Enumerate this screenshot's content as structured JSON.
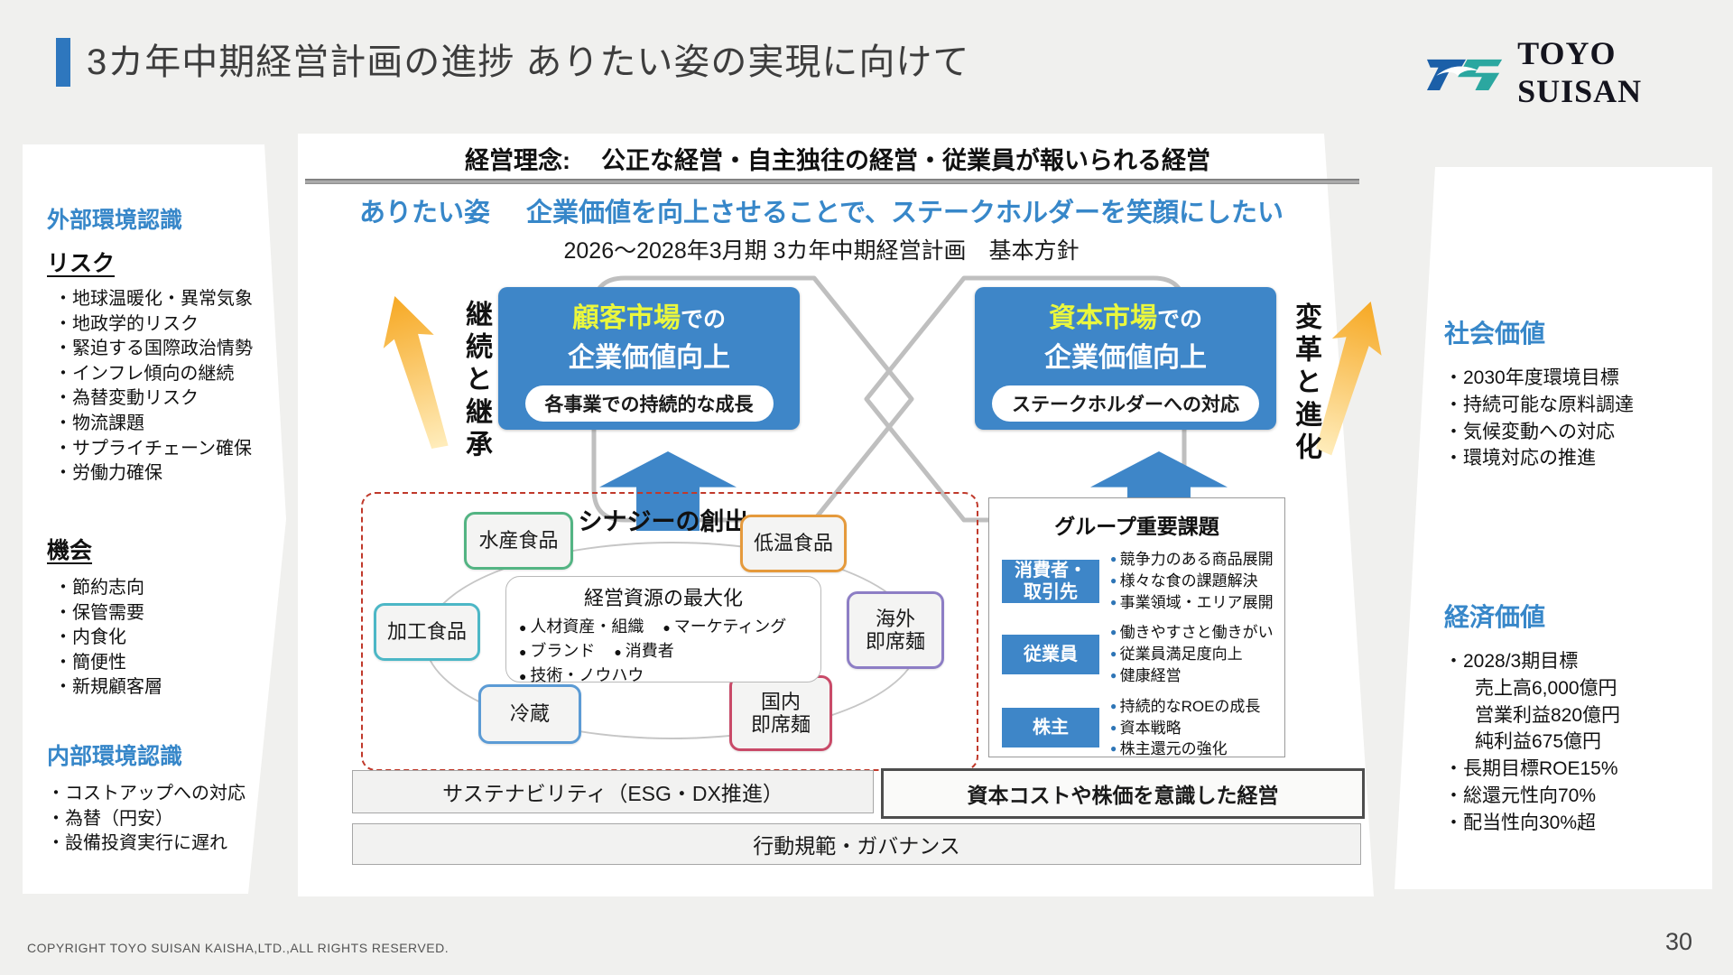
{
  "slide": {
    "title": "3カ年中期経営計画の進捗 ありたい姿の実現に向けて",
    "page_number": "30",
    "footer": "COPYRIGHT TOYO SUISAN KAISHA,LTD.,ALL RIGHTS RESERVED.",
    "logo_text": "TOYO SUISAN"
  },
  "philosophy": {
    "label": "経営理念:",
    "text": "公正な経営・自主独往の経営・従業員が報いられる経営"
  },
  "vision": {
    "label": "ありたい姿",
    "text": "企業価値を向上させることで、ステークホルダーを笑顔にしたい"
  },
  "plan_subtitle": "2026～2028年3月期 3カ年中期経営計画　基本方針",
  "left_panel": {
    "heading_external": "外部環境認識",
    "risk": {
      "heading": "リスク",
      "items": [
        "・地球温暖化・異常気象",
        "・地政学的リスク",
        "・緊迫する国際政治情勢",
        "・インフレ傾向の継続",
        "・為替変動リスク",
        "・物流課題",
        "・サプライチェーン確保",
        "・労働力確保"
      ]
    },
    "opportunity": {
      "heading": "機会",
      "items": [
        "・節約志向",
        "・保管需要",
        "・内食化",
        "・簡便性",
        "・新規顧客層"
      ]
    },
    "heading_internal": "内部環境認識",
    "internal_items": [
      "・コストアップへの対応",
      "・為替（円安）",
      "・設備投資実行に遅れ"
    ]
  },
  "value_boxes": {
    "left": {
      "market": "顧客市場",
      "suffix": "での",
      "line2": "企業価値向上",
      "pill": "各事業での持続的な成長"
    },
    "right": {
      "market": "資本市場",
      "suffix": "での",
      "line2": "企業価値向上",
      "pill": "ステークホルダーへの対応"
    }
  },
  "side_labels": {
    "left": "継続と継承",
    "right": "変革と進化"
  },
  "synergy": {
    "title": "シナジーの創出",
    "segments": [
      {
        "label": "水産食品",
        "color": "#53b483"
      },
      {
        "label": "低温食品",
        "color": "#e59a3c"
      },
      {
        "label": "加工食品",
        "color": "#4cb7c6"
      },
      {
        "label": "海外\n即席麺",
        "color": "#8d7ec5"
      },
      {
        "label": "冷蔵",
        "color": "#5b9bd5"
      },
      {
        "label": "国内\n即席麺",
        "color": "#c94a68"
      }
    ],
    "center": {
      "title": "経営資源の最大化",
      "row1": [
        "人材資産・組織",
        "マーケティング"
      ],
      "row2": [
        "ブランド",
        "消費者",
        "技術・ノウハウ"
      ]
    }
  },
  "group_issues": {
    "title": "グループ重要課題",
    "rows": [
      {
        "label": "消費者・\n取引先",
        "items": [
          "競争力のある商品展開",
          "様々な食の課題解決",
          "事業領域・エリア展開"
        ]
      },
      {
        "label": "従業員",
        "items": [
          "働きやすさと働きがい",
          "従業員満足度向上",
          "健康経営"
        ]
      },
      {
        "label": "株主",
        "items": [
          "持続的なROEの成長",
          "資本戦略",
          "株主還元の強化"
        ]
      }
    ]
  },
  "foundation": {
    "sustainability": "サステナビリティ（ESG・DX推進）",
    "capital": "資本コストや株価を意識した経営",
    "governance": "行動規範・ガバナンス"
  },
  "right_panel": {
    "social": {
      "heading": "社会価値",
      "items": [
        "・2030年度環境目標",
        "・持続可能な原料調達",
        "・気候変動への対応",
        "・環境対応の推進"
      ]
    },
    "economic": {
      "heading": "経済価値",
      "target_label": "・2028/3期目標",
      "target_items": [
        "売上高6,000億円",
        "営業利益820億円",
        "純利益675億円"
      ],
      "items": [
        "・長期目標ROE15%",
        "・総還元性向70%",
        "・配当性向30%超"
      ]
    }
  },
  "colors": {
    "accent_blue": "#2e77be",
    "box_blue": "#3e86c8",
    "heading_blue": "#3787c9",
    "highlight_yellow": "#eaf73d",
    "arrow_yellow": "#f6a823",
    "dashed_red": "#c0392b",
    "logo_blue": "#1b5fa8",
    "logo_teal": "#2ba7a0"
  }
}
